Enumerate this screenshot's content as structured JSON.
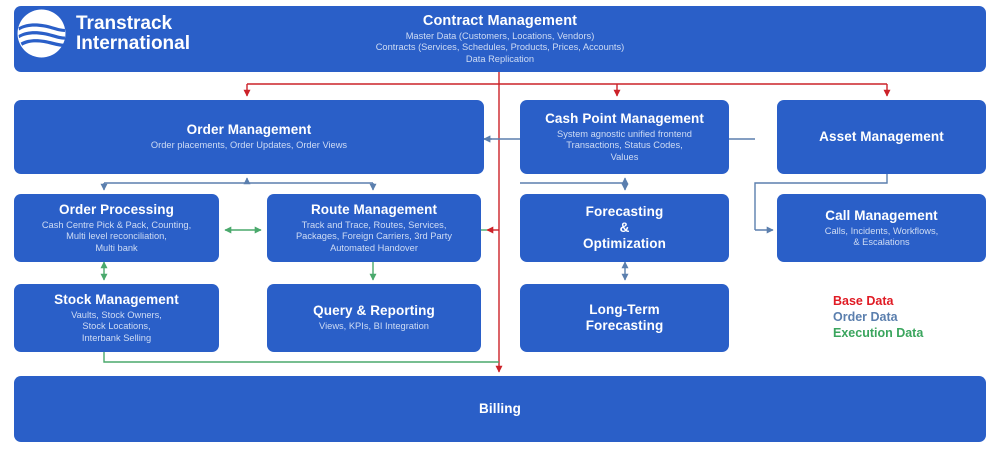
{
  "brand": {
    "name_line1": "Transtrack",
    "name_line2": "International",
    "logo_icon": "wave-circle-logo",
    "box_color": "#2a5fc8",
    "page_background": "#ffffff"
  },
  "header": {
    "title": "Contract Management",
    "subtitle": "Master Data (Customers, Locations, Vendors)\nContracts (Services, Schedules, Products, Prices, Accounts)\nData Replication"
  },
  "boxes": {
    "order_management": {
      "title": "Order Management",
      "subtitle": "Order placements, Order Updates, Order Views"
    },
    "cash_point": {
      "title": "Cash Point Management",
      "subtitle": "System agnostic unified frontend\nTransactions, Status Codes,\nValues"
    },
    "asset_management": {
      "title": "Asset Management",
      "subtitle": ""
    },
    "order_processing": {
      "title": "Order Processing",
      "subtitle": "Cash Centre Pick & Pack, Counting,\nMulti level reconciliation,\nMulti bank"
    },
    "route_management": {
      "title": "Route Management",
      "subtitle": "Track and Trace, Routes, Services,\nPackages, Foreign Carriers, 3rd Party\nAutomated Handover"
    },
    "forecasting": {
      "title": "Forecasting\n&\nOptimization",
      "subtitle": ""
    },
    "call_management": {
      "title": "Call Management",
      "subtitle": "Calls, Incidents, Workflows,\n& Escalations"
    },
    "stock_management": {
      "title": "Stock Management",
      "subtitle": "Vaults, Stock Owners,\nStock Locations,\nInterbank Selling"
    },
    "query_reporting": {
      "title": "Query & Reporting",
      "subtitle": "Views, KPIs, BI Integration"
    },
    "long_term_forecasting": {
      "title": "Long-Term\nForecasting",
      "subtitle": ""
    },
    "billing": {
      "title": "Billing",
      "subtitle": ""
    }
  },
  "legend": {
    "items": [
      {
        "label": "Base Data",
        "color": "#e01b24"
      },
      {
        "label": "Order Data",
        "color": "#5b7fae"
      },
      {
        "label": "Execution Data",
        "color": "#3aa55d"
      }
    ]
  },
  "connector_colors": {
    "base_data": "#cc2229",
    "order_data": "#5b7fae",
    "execution_data": "#4aa96c"
  }
}
